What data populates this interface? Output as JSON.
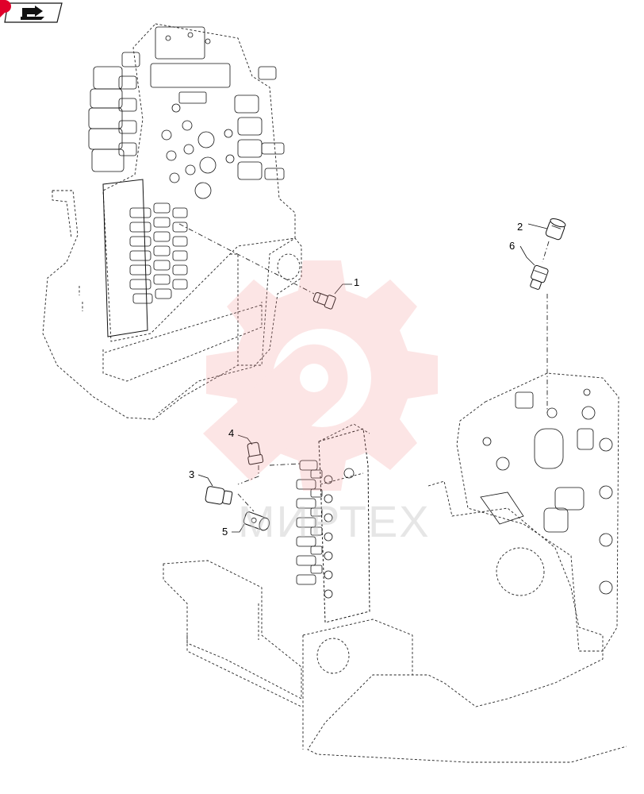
{
  "colors": {
    "watermark": "#f28b8b",
    "nav_badge": "#e0002a",
    "line": "#111111"
  },
  "nav": {
    "icon": "back-arrow-icon"
  },
  "watermark": {
    "text": "МИРТЕХ",
    "icon": "gear-wrench-icon"
  },
  "callouts": [
    {
      "label": "1"
    },
    {
      "label": "2"
    },
    {
      "label": "3"
    },
    {
      "label": "4"
    },
    {
      "label": "5"
    },
    {
      "label": "6"
    }
  ]
}
